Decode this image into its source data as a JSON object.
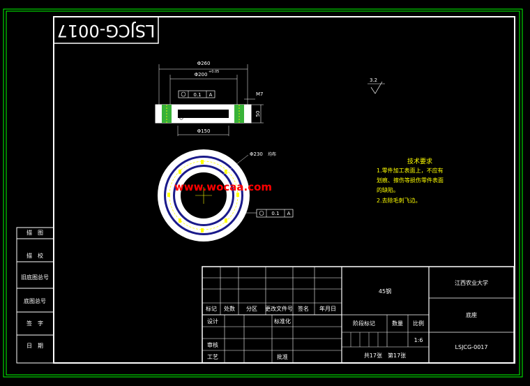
{
  "drawing": {
    "number_rotated": "LSJCG-0017",
    "watermark": "www.wocaa.com",
    "surface_roughness": "3.2",
    "tech_requirements": {
      "title": "技术要求",
      "lines": [
        "1.零件加工表面上，不应有",
        "划痕、擦伤等损伤零件表面",
        "的缺陷。",
        "2.去除毛刺飞边。"
      ]
    },
    "dims": {
      "od": "Φ260",
      "bore": "Φ200",
      "bore_tol": "+0.05",
      "id": "Φ150",
      "pcd": "Φ230",
      "pcd_suffix": "均布",
      "thread": "M7",
      "height": "50",
      "runout_top": "0.1",
      "runout_top_datum": "A",
      "runout_bottom": "0.1",
      "runout_bottom_datum": "A"
    }
  },
  "left_strip": [
    "描　图",
    "描　校",
    "旧底图总号",
    "底图总号",
    "签　字",
    "日　期"
  ],
  "title_block": {
    "material": "45钢",
    "university": "江西农业大学",
    "part_name": "底座",
    "drawing_no": "LSJCG-0017",
    "scale_label": "比例",
    "scale": "1:6",
    "weight_label": "数量",
    "stage_label": "阶段标记",
    "sheets": "共17张　第17张",
    "headers": [
      "标记",
      "处数",
      "分区",
      "更改文件号",
      "签名",
      "年月日"
    ],
    "design": "设计",
    "standardize": "标准化",
    "review": "审核",
    "process": "工艺",
    "approve": "批准"
  },
  "colors": {
    "frame": "#00ff00",
    "border": "#ffffff",
    "text_accent": "#ffff00",
    "watermark": "#ff0000",
    "hatch": "#00ff00",
    "bolt_marks": "#ffff00",
    "part_fill": "#ffffff",
    "ring_blue": "#1a1a8a"
  }
}
